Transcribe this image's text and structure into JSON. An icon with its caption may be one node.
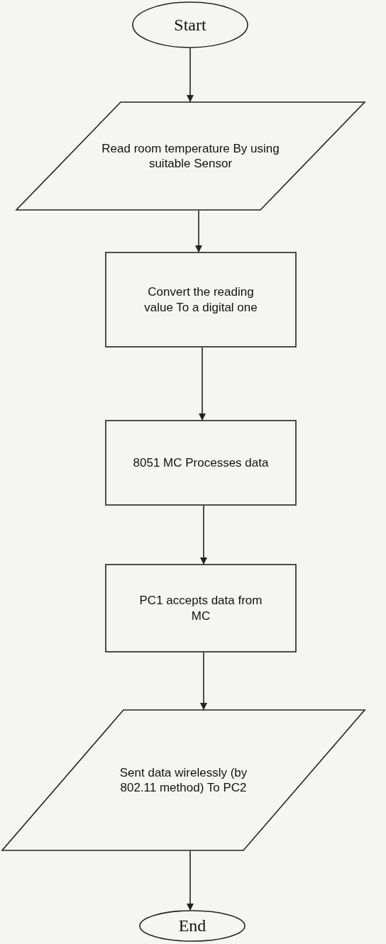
{
  "diagram": {
    "nodes": [
      {
        "text": [
          "Start"
        ]
      },
      {
        "text": [
          "Read room temperature By using suitable Sensor"
        ]
      },
      {
        "text": [
          "Convert the reading value To a digital one"
        ]
      },
      {
        "text": [
          "8051 MC Processes data"
        ]
      },
      {
        "text": [
          "PC1 accepts data from MC"
        ]
      },
      {
        "text": [
          "Sent data wirelessly (by 802.11 method) To PC2"
        ]
      },
      {
        "text": [
          "End"
        ]
      }
    ],
    "edges": [
      {
        "from": 0,
        "to": 1,
        "arrow": "to"
      },
      {
        "from": 1,
        "to": 2,
        "arrow": "to"
      },
      {
        "from": 2,
        "to": 3,
        "arrow": "to"
      },
      {
        "from": 3,
        "to": 4,
        "arrow": "to"
      },
      {
        "from": 4,
        "to": 5,
        "arrow": "to"
      },
      {
        "from": 5,
        "to": 6,
        "arrow": "to"
      }
    ]
  }
}
